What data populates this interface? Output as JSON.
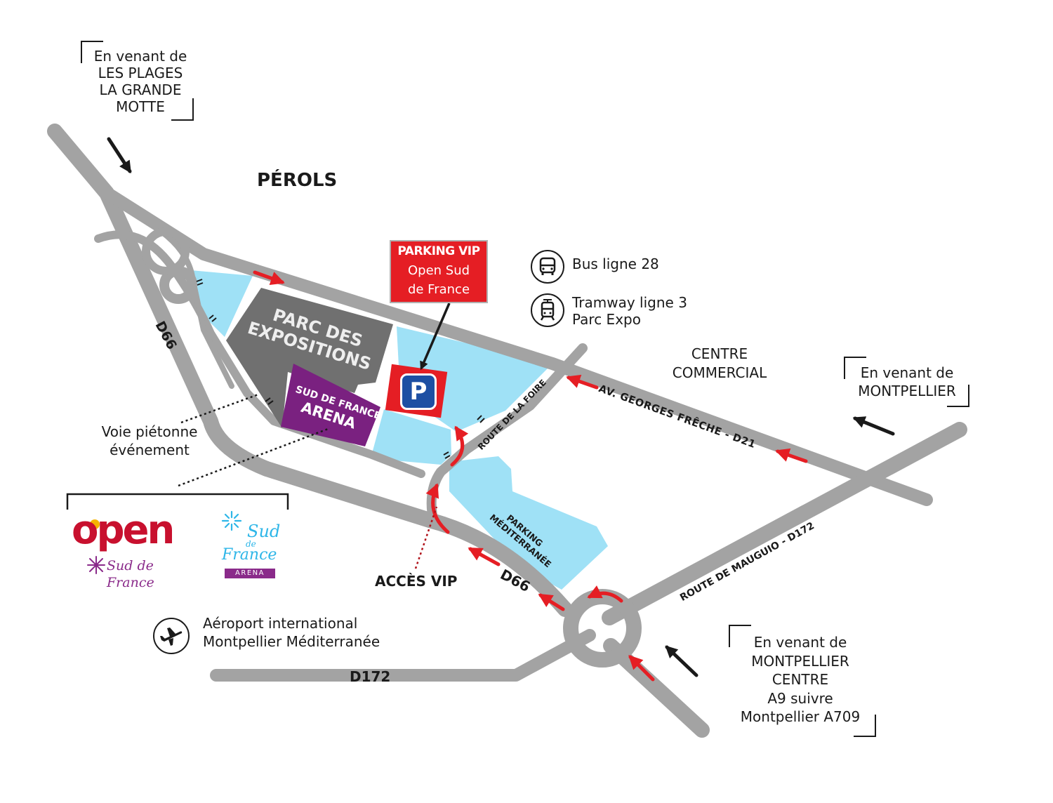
{
  "places": {
    "perols": "PÉROLS",
    "centre_commercial": [
      "CENTRE",
      "COMMERCIAL"
    ]
  },
  "origins": {
    "plages": [
      "En venant de",
      "LES PLAGES",
      "LA GRANDE",
      "MOTTE"
    ],
    "montpellier": [
      "En venant de",
      "MONTPELLIER"
    ],
    "montpellier_centre": [
      "En venant de",
      "MONTPELLIER",
      "CENTRE",
      "A9 suivre",
      "Montpellier A709"
    ]
  },
  "venue": {
    "parc_expositions": [
      "PARC DES",
      "EXPOSITIONS"
    ],
    "arena": [
      "SUD DE FRANCE",
      "ARENA"
    ],
    "parking_vip": {
      "title": "PARKING VIP",
      "lines": [
        "Open Sud",
        "de France"
      ]
    },
    "parking_symbol": "P",
    "parking_mediterranee": [
      "PARKING",
      "MÉDITERRANÉE"
    ]
  },
  "roads": {
    "d66_upper": "D66",
    "d66_lower": "D66",
    "d172": "D172",
    "av_georges_freche": "AV. GEORGES FRÊCHE - D21",
    "route_de_la_foire": "ROUTE DE LA FOIRE",
    "route_de_mauguio": "ROUTE DE MAUGUIO - D172"
  },
  "transit": {
    "bus": {
      "icon": "bus-icon",
      "text": "Bus ligne 28"
    },
    "tram": {
      "icon": "tram-icon",
      "lines": [
        "Tramway ligne 3",
        "Parc Expo"
      ]
    }
  },
  "annotations": {
    "voie_pietonne": [
      "Voie piétonne",
      "événement"
    ],
    "acces_vip": "ACCÈS VIP"
  },
  "airport": {
    "icon": "airplane-icon",
    "lines": [
      "Aéroport international",
      "Montpellier Méditerranée"
    ]
  },
  "logos": {
    "open": {
      "word": "open",
      "tagline": "Sud de France",
      "icon": "open-sud-de-france-logo"
    },
    "arena_logo": {
      "script": [
        "Sud",
        "de",
        "France"
      ],
      "badge": "ARENA",
      "icon": "sud-de-france-arena-logo"
    }
  },
  "colors": {
    "road": "#a3a3a3",
    "parking": "#9fe1f6",
    "parc": "#707070",
    "arena": "#7a2180",
    "accent_red": "#e51e24",
    "parking_blue": "#1d4fa3",
    "open_red": "#c8102e",
    "open_dot": "#f5b400",
    "purple_logo": "#8a2a8a",
    "sky_logo": "#2eb6e8"
  }
}
